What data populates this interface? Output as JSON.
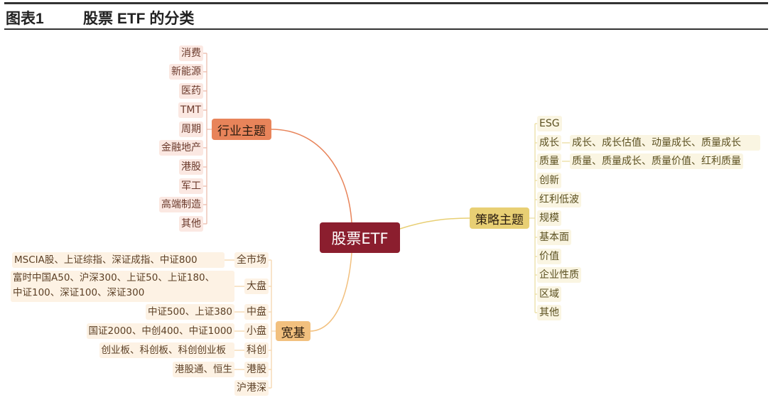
{
  "header": {
    "figure_no": "图表1",
    "title": "股票 ETF 的分类"
  },
  "root": {
    "label": "股票ETF"
  },
  "industry": {
    "label": "行业主题",
    "items": [
      "消费",
      "新能源",
      "医药",
      "TMT",
      "周期",
      "金融地产",
      "港股",
      "军工",
      "高端制造",
      "其他"
    ]
  },
  "strategy": {
    "label": "策略主题",
    "items": [
      "ESG",
      "成长",
      "质量",
      "创新",
      "红利低波",
      "规模",
      "基本面",
      "价值",
      "企业性质",
      "区域",
      "其他"
    ],
    "growth_detail": "成长、成长估值、动量成长、质量成长",
    "quality_detail": "质量、质量成长、质量价值、红利质量"
  },
  "broad": {
    "label": "宽基",
    "items": [
      {
        "label": "全市场",
        "detail": "MSCIA股、上证综指、深证成指、中证800"
      },
      {
        "label": "大盘",
        "detail": "富时中国A50、沪深300、上证50、上证180、",
        "detail2": "中证100、深证100、深证300"
      },
      {
        "label": "中盘",
        "detail": "中证500、上证380"
      },
      {
        "label": "小盘",
        "detail": "国证2000、中创400、中证1000"
      },
      {
        "label": "科创",
        "detail": "创业板、科创板、科创创业板"
      },
      {
        "label": "港股",
        "detail": "港股通、恒生"
      },
      {
        "label": "沪港深"
      }
    ]
  },
  "colors": {
    "root": "#8b1e2e",
    "industry": "#e8845a",
    "strategy": "#e8cf74",
    "broad": "#f2c07e"
  }
}
